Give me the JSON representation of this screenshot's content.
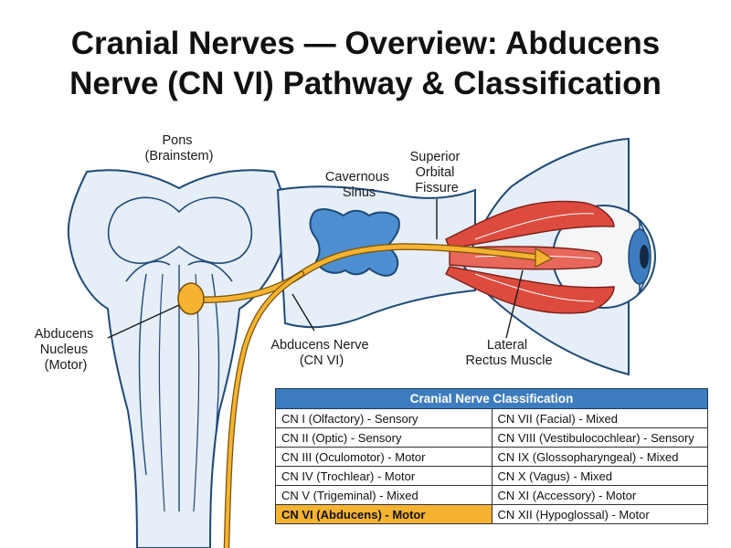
{
  "title": {
    "line1": "Cranial Nerves — Overview: Abducens",
    "line2": "Nerve (CN VI) Pathway & Classification"
  },
  "labels": {
    "pons": [
      "Pons",
      "(Brainstem)"
    ],
    "cavernous_sinus": [
      "Cavernous",
      "Sinus"
    ],
    "superior_orbital_fissure": [
      "Superior",
      "Orbital",
      "Fissure"
    ],
    "abducens_nucleus": [
      "Abducens",
      "Nucleus",
      "(Motor)"
    ],
    "abducens_nerve": [
      "Abducens Nerve",
      "(CN VI)"
    ],
    "lateral_rectus": [
      "Lateral",
      "Rectus Muscle"
    ]
  },
  "colors": {
    "tissue": "#e6eef7",
    "outline": "#1f4a78",
    "sinus": "#4d8fd1",
    "nerve": "#f5b331",
    "muscle": "#dd4b3e",
    "header": "#3d7dbf",
    "highlight": "#f5b331"
  },
  "table": {
    "header": "Cranial Nerve Classification",
    "rows": [
      [
        "CN I (Olfactory) - Sensory",
        "CN VII (Facial) - Mixed"
      ],
      [
        "CN II (Optic) - Sensory",
        "CN VIII (Vestibulocochlear) - Sensory"
      ],
      [
        "CN III (Oculomotor) - Motor",
        "CN IX (Glossopharyngeal) - Mixed"
      ],
      [
        "CN IV (Trochlear) - Motor",
        "CN X (Vagus) - Mixed"
      ],
      [
        "CN V (Trigeminal) - Mixed",
        "CN XI (Accessory) - Motor"
      ],
      [
        "CN VI (Abducens) - Motor",
        "CN XII (Hypoglossal) - Motor"
      ]
    ],
    "highlighted_cell": "CN VI (Abducens) - Motor"
  }
}
